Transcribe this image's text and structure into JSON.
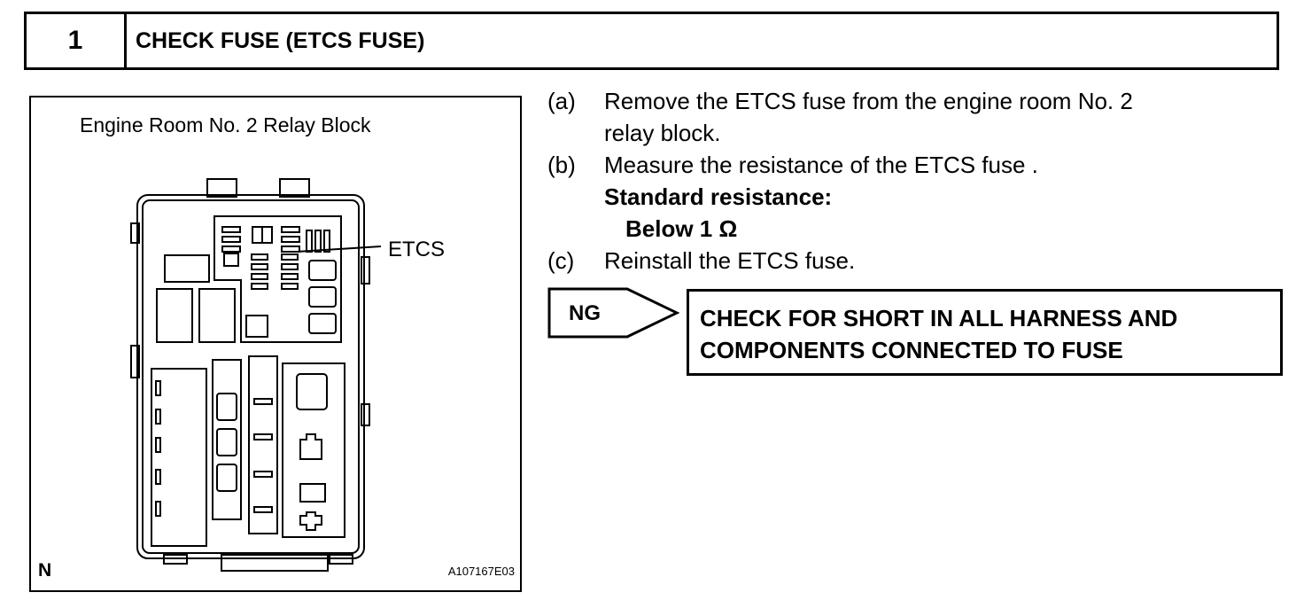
{
  "header": {
    "step_number": "1",
    "title": "CHECK FUSE (ETCS FUSE)"
  },
  "figure": {
    "title": "Engine Room No. 2 Relay Block",
    "callout": "ETCS",
    "orientation_mark": "N",
    "figure_code": "A107167E03"
  },
  "steps": [
    {
      "mark": "(a)",
      "line1": "Remove the ETCS fuse from the engine room No. 2",
      "line2": "relay block."
    },
    {
      "mark": "(b)",
      "line1": "Measure the resistance of the ETCS fuse .",
      "spec_label": "Standard resistance:",
      "spec_value": "Below 1 Ω"
    },
    {
      "mark": "(c)",
      "line1": "Reinstall the ETCS fuse."
    }
  ],
  "ng": {
    "label": "NG",
    "action_line1": "CHECK FOR SHORT IN ALL HARNESS AND",
    "action_line2": "COMPONENTS CONNECTED TO FUSE"
  }
}
